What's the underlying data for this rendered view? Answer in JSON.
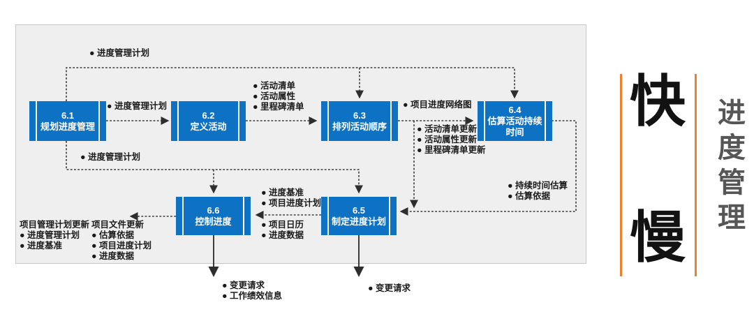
{
  "boxes": [
    {
      "id": "6.1",
      "name": "规划进度管理"
    },
    {
      "id": "6.2",
      "name": "定义活动"
    },
    {
      "id": "6.3",
      "name": "排列活动顺序"
    },
    {
      "id": "6.4",
      "name": "估算活动持续时间"
    },
    {
      "id": "6.5",
      "name": "制定进度计划"
    },
    {
      "id": "6.6",
      "name": "控制进度"
    }
  ],
  "labels": {
    "top_plan": {
      "lines": [
        "● 进度管理计划"
      ]
    },
    "plan_to_62": {
      "lines": [
        "● 进度管理计划"
      ]
    },
    "plan_lower": {
      "lines": [
        "● 进度管理计划"
      ]
    },
    "act_outputs": {
      "lines": [
        "● 活动清单",
        "● 活动属性",
        "● 里程碑清单"
      ]
    },
    "network_diagram": {
      "lines": [
        "● 项目进度网络图"
      ]
    },
    "seq_updates": {
      "lines": [
        "● 活动清单更新",
        "● 活动属性更新",
        "● 里程碑清单更新"
      ]
    },
    "duration_outputs": {
      "lines": [
        "● 持续时间估算",
        "● 估算依据"
      ]
    },
    "to_66_upper": {
      "lines": [
        "● 进度基准",
        "● 项目进度计划"
      ]
    },
    "to_66_lower": {
      "lines": [
        "● 项目日历",
        "● 进度数据"
      ]
    },
    "pm_plan_updates": {
      "header": "项目管理计划更新",
      "lines": [
        "● 进度管理计划",
        "● 进度基准"
      ]
    },
    "doc_updates": {
      "header": "项目文件更新",
      "lines": [
        "● 估算依据",
        "● 项目进度计划",
        "● 进度数据"
      ]
    },
    "control_outputs": {
      "lines": [
        "● 变更请求",
        "● 工作绩效信息"
      ]
    },
    "schedule_outputs": {
      "lines": [
        "● 变更请求"
      ]
    }
  },
  "side": {
    "fast": "快",
    "slow": "慢",
    "title": "进度管理"
  },
  "colors": {
    "box_blue": "#0E72C4",
    "accent_orange": "#F07E2E",
    "panel_gray": "#EFEFEF",
    "line_dark": "#3A3A3A"
  }
}
